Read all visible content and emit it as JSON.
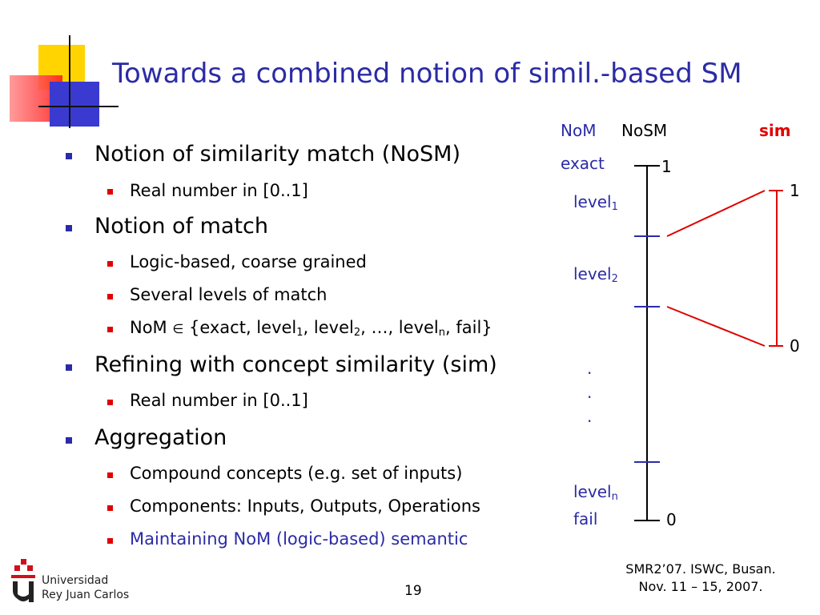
{
  "slide": {
    "title": "Towards a combined notion of simil.-based SM",
    "page_number": "19",
    "conference_line1": "SMR2’07. ISWC, Busan.",
    "conference_line2": "Nov. 11 – 15, 2007.",
    "logo_line1": "Universidad",
    "logo_line2": "Rey Juan Carlos"
  },
  "bullets": {
    "b1": "Notion of similarity match (NoSM)",
    "b1_1": "Real number in [0..1]",
    "b2": "Notion of match",
    "b2_1": "Logic-based, coarse grained",
    "b2_2": "Several levels of match",
    "b2_3_prefix": "NoM ",
    "b2_3_symbol": "∈",
    "b2_3_a": " {exact, level",
    "b2_3_s1": "1",
    "b2_3_b": ", level",
    "b2_3_s2": "2",
    "b2_3_c": ", …, level",
    "b2_3_sn": "n",
    "b2_3_d": ", fail}",
    "b3": "Refining with concept similarity (sim)",
    "b3_1": "Real number in [0..1]",
    "b4": "Aggregation",
    "b4_1": "Compound concepts (e.g. set of inputs)",
    "b4_2": "Components: Inputs, Outputs, Operations",
    "b4_3": "Maintaining NoM (logic-based) semantic"
  },
  "diagram": {
    "head_nom": "NoM",
    "head_nosm": "NoSM",
    "head_sim": "sim",
    "exact": "exact",
    "level": "level",
    "sub1": "1",
    "sub2": "2",
    "subn": "n",
    "fail": "fail",
    "nosm_top": "1",
    "nosm_bottom": "0",
    "sim_top": "1",
    "sim_bottom": "0",
    "dot": ".",
    "colors": {
      "accent_blue": "#2b2ba6",
      "sim_red": "#e00000"
    }
  }
}
